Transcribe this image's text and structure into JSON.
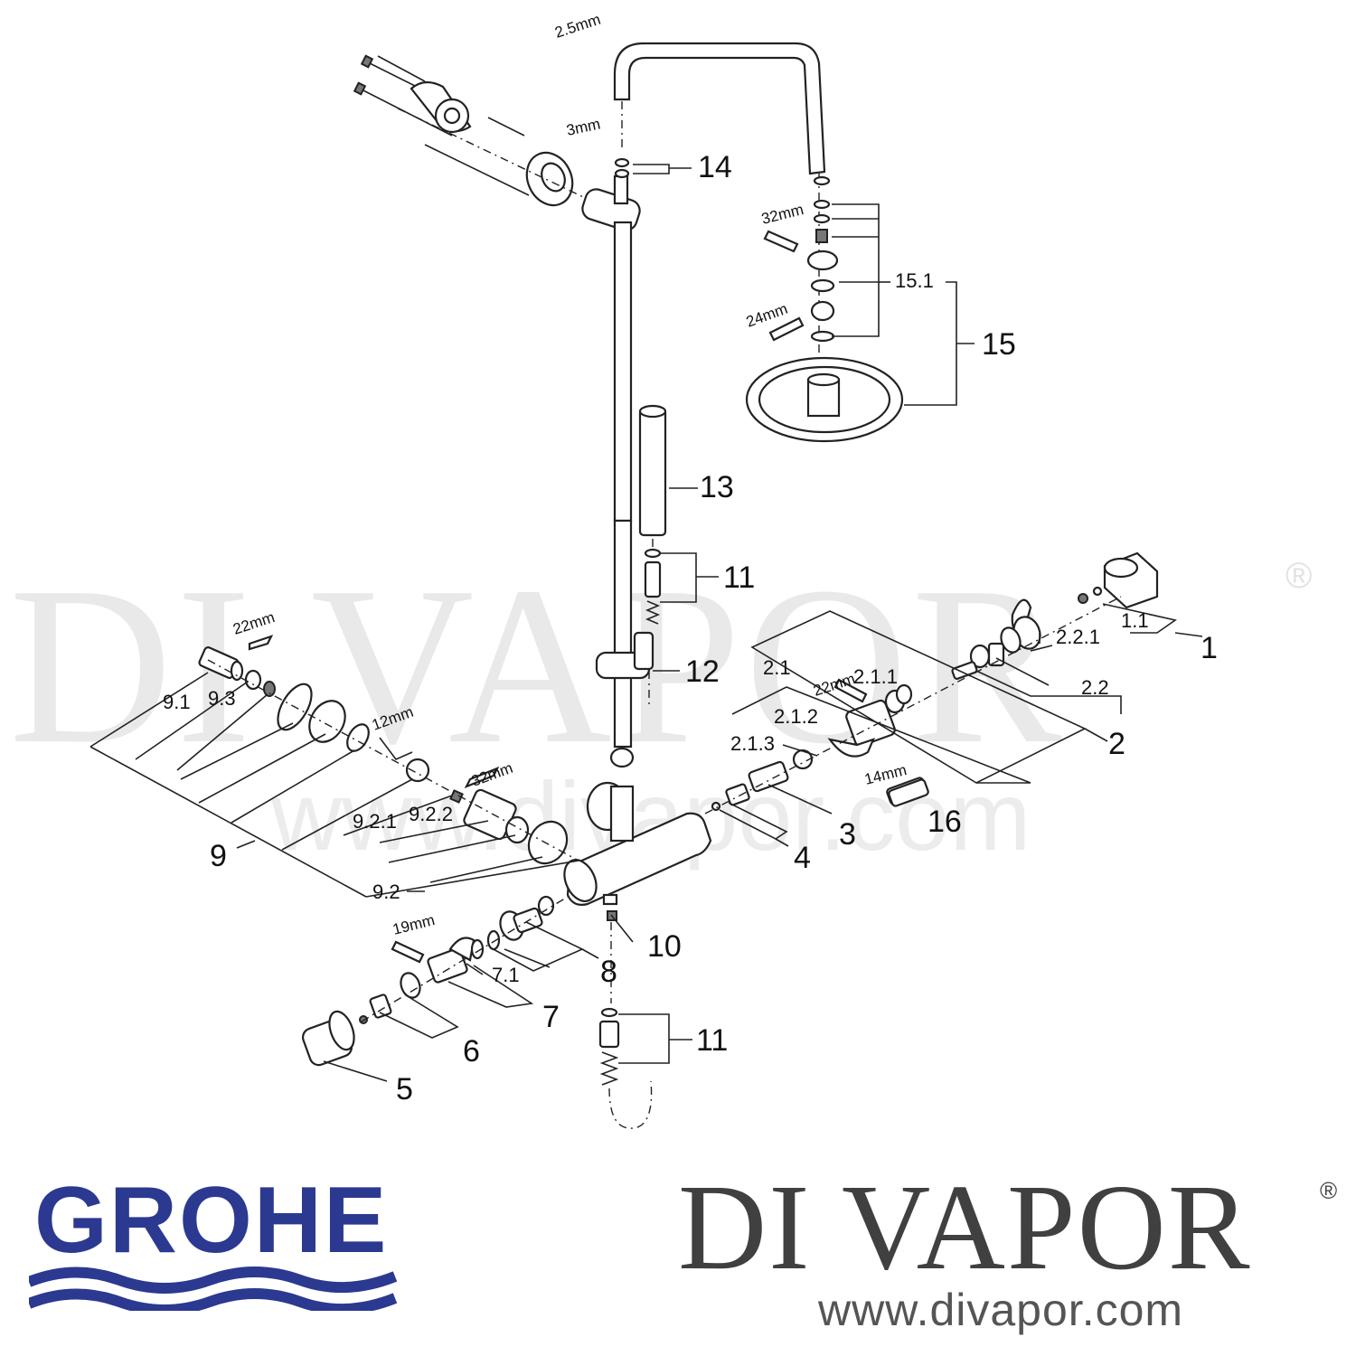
{
  "watermark": {
    "brand": "DI VAPOR",
    "registered": "®",
    "url": "www.divapor.com"
  },
  "tools": {
    "t_2_5mm": "2.5mm",
    "t_3mm": "3mm",
    "t_32mm_top": "32mm",
    "t_24mm": "24mm",
    "t_22mm_left": "22mm",
    "t_12mm": "12mm",
    "t_32mm_mid": "32mm",
    "t_22mm_right": "22mm",
    "t_14mm": "14mm",
    "t_19mm": "19mm"
  },
  "parts": {
    "p1": "1",
    "p1_1": "1.1",
    "p2": "2",
    "p2_1": "2.1",
    "p2_1_1": "2.1.1",
    "p2_1_2": "2.1.2",
    "p2_1_3": "2.1.3",
    "p2_2": "2.2",
    "p2_2_1": "2.2.1",
    "p3": "3",
    "p4": "4",
    "p5": "5",
    "p6": "6",
    "p7": "7",
    "p7_1": "7.1",
    "p8": "8",
    "p9": "9",
    "p9_1": "9.1",
    "p9_2": "9.2",
    "p9_2_1": "9.2.1",
    "p9_2_2": "9.2.2",
    "p9_3": "9.3",
    "p10": "10",
    "p11_upper": "11",
    "p11_lower": "11",
    "p12": "12",
    "p13": "13",
    "p14": "14",
    "p15": "15",
    "p15_1": "15.1",
    "p16": "16"
  },
  "logos": {
    "grohe": "GROHE",
    "grohe_color": "#2b3990",
    "divapor": "DI VAPOR",
    "divapor_registered": "®",
    "divapor_url": "www.divapor.com",
    "divapor_color": "#404040"
  }
}
